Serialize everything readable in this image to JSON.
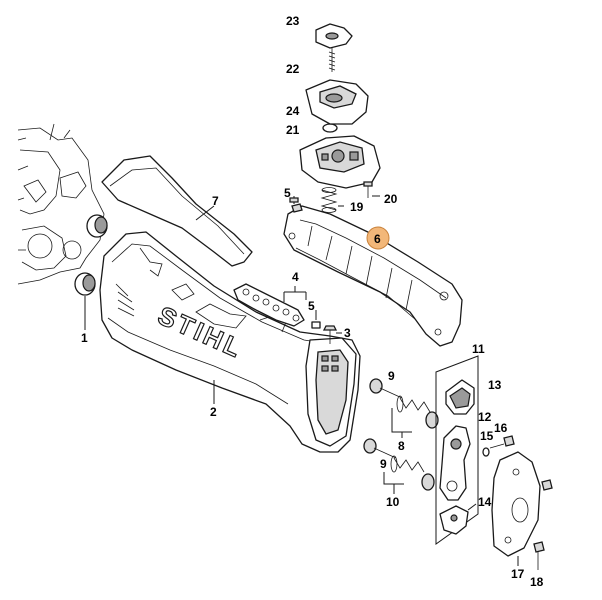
{
  "colors": {
    "highlight_fill": "#f2b779",
    "line": "#1a1a1a",
    "background": "#ffffff"
  },
  "brand_logo": "STIHL",
  "callouts": {
    "c1": "1",
    "c2": "2",
    "c3": "3",
    "c4": "4",
    "c5a": "5",
    "c5b": "5",
    "c6": "6",
    "c7": "7",
    "c8": "8",
    "c9a": "9",
    "c9b": "9",
    "c10": "10",
    "c11": "11",
    "c12": "12",
    "c13": "13",
    "c14": "14",
    "c15": "15",
    "c16": "16",
    "c17": "17",
    "c18": "18",
    "c19": "19",
    "c20": "20",
    "c21": "21",
    "c22": "22",
    "c23": "23",
    "c24": "24"
  },
  "highlighted_callout": "6"
}
